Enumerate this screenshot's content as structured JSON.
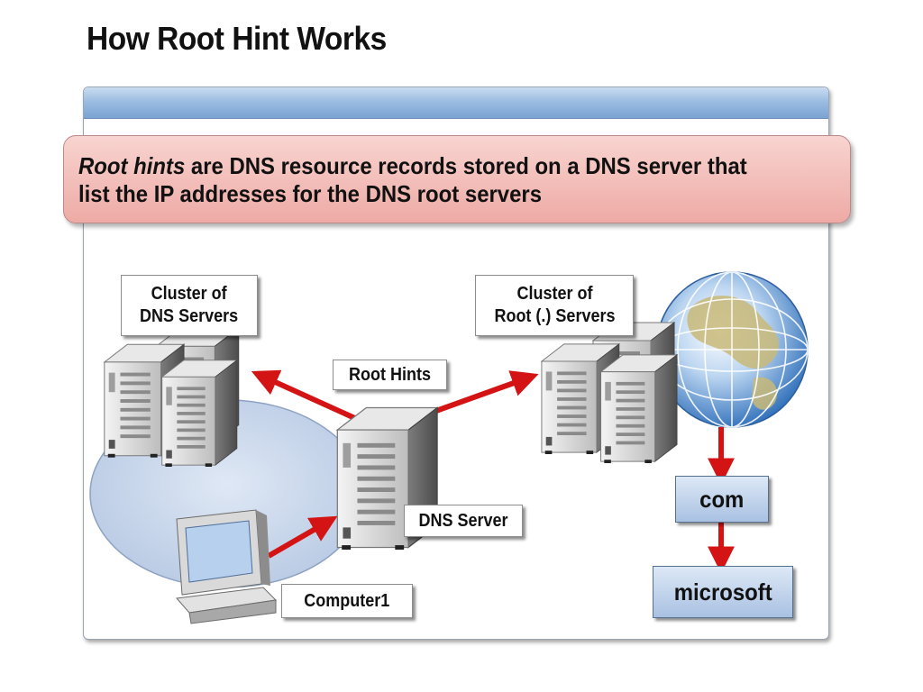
{
  "slide": {
    "title": "How Root Hint Works",
    "definition_term": "Root hints",
    "definition_text": " are DNS resource records stored on a DNS server that list the IP addresses for the DNS root servers"
  },
  "diagram": {
    "cluster_dns_label": "Cluster of\nDNS Servers",
    "cluster_root_label": "Cluster of\nRoot (.) Servers",
    "root_hints_label": "Root Hints",
    "dns_server_label": "DNS Server",
    "computer_label": "Computer1",
    "com_label": "com",
    "microsoft_label": "microsoft"
  },
  "colors": {
    "arrow": "#d41414",
    "ellipse": "#c3d3ea",
    "definition_box": "#eeaaa5",
    "node_box": "#a9c1e2"
  },
  "icons": [
    "server-icon",
    "globe-icon",
    "computer-icon"
  ]
}
